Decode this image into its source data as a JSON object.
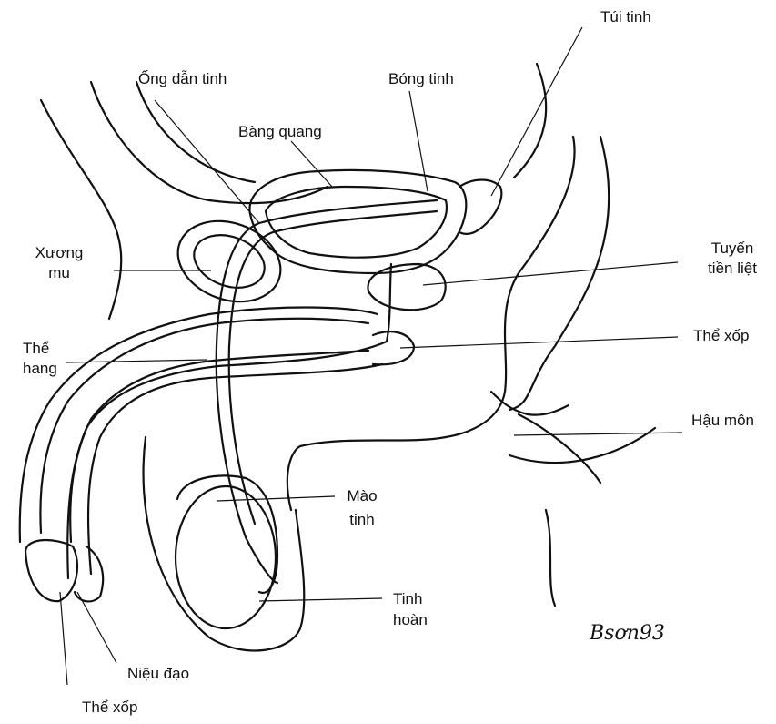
{
  "labels": {
    "tui_tinh": "Túi tinh",
    "ong_dan_tinh": "Ống dẫn tinh",
    "bong_tinh": "Bóng tinh",
    "bang_quang": "Bàng quang",
    "xuong_mu_1": "Xương",
    "xuong_mu_2": "mu",
    "tuyen_tien_liet_1": "Tuyến",
    "tuyen_tien_liet_2": "tiền liệt",
    "the_hang_1": "Thể",
    "the_hang_2": "hang",
    "the_xop_right": "Thể xốp",
    "hau_mon": "Hậu môn",
    "mao_tinh_1": "Mào",
    "mao_tinh_2": "tinh",
    "tinh_hoan_1": "Tinh",
    "tinh_hoan_2": "hoàn",
    "nieu_dao": "Niệu đạo",
    "the_xop_bottom": "Thể xốp"
  },
  "signature": "Bsơn93"
}
